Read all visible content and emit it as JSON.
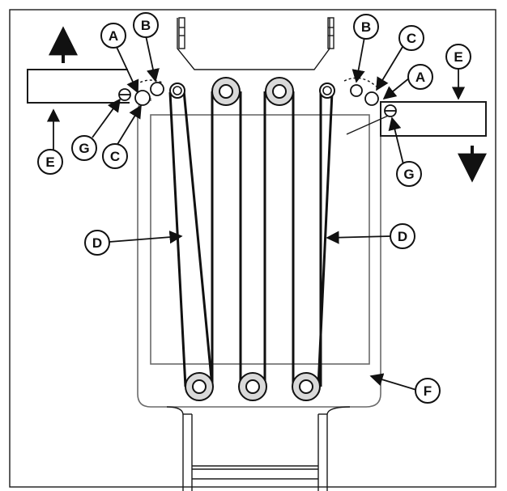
{
  "diagram": {
    "labels": {
      "A": "A",
      "B": "B",
      "C": "C",
      "D": "D",
      "E": "E",
      "F": "F",
      "G": "G"
    },
    "colors": {
      "line": "#1a1a1a",
      "roller_fill": "#d9d9d9",
      "frame_gray": "#6a6a6a"
    }
  }
}
